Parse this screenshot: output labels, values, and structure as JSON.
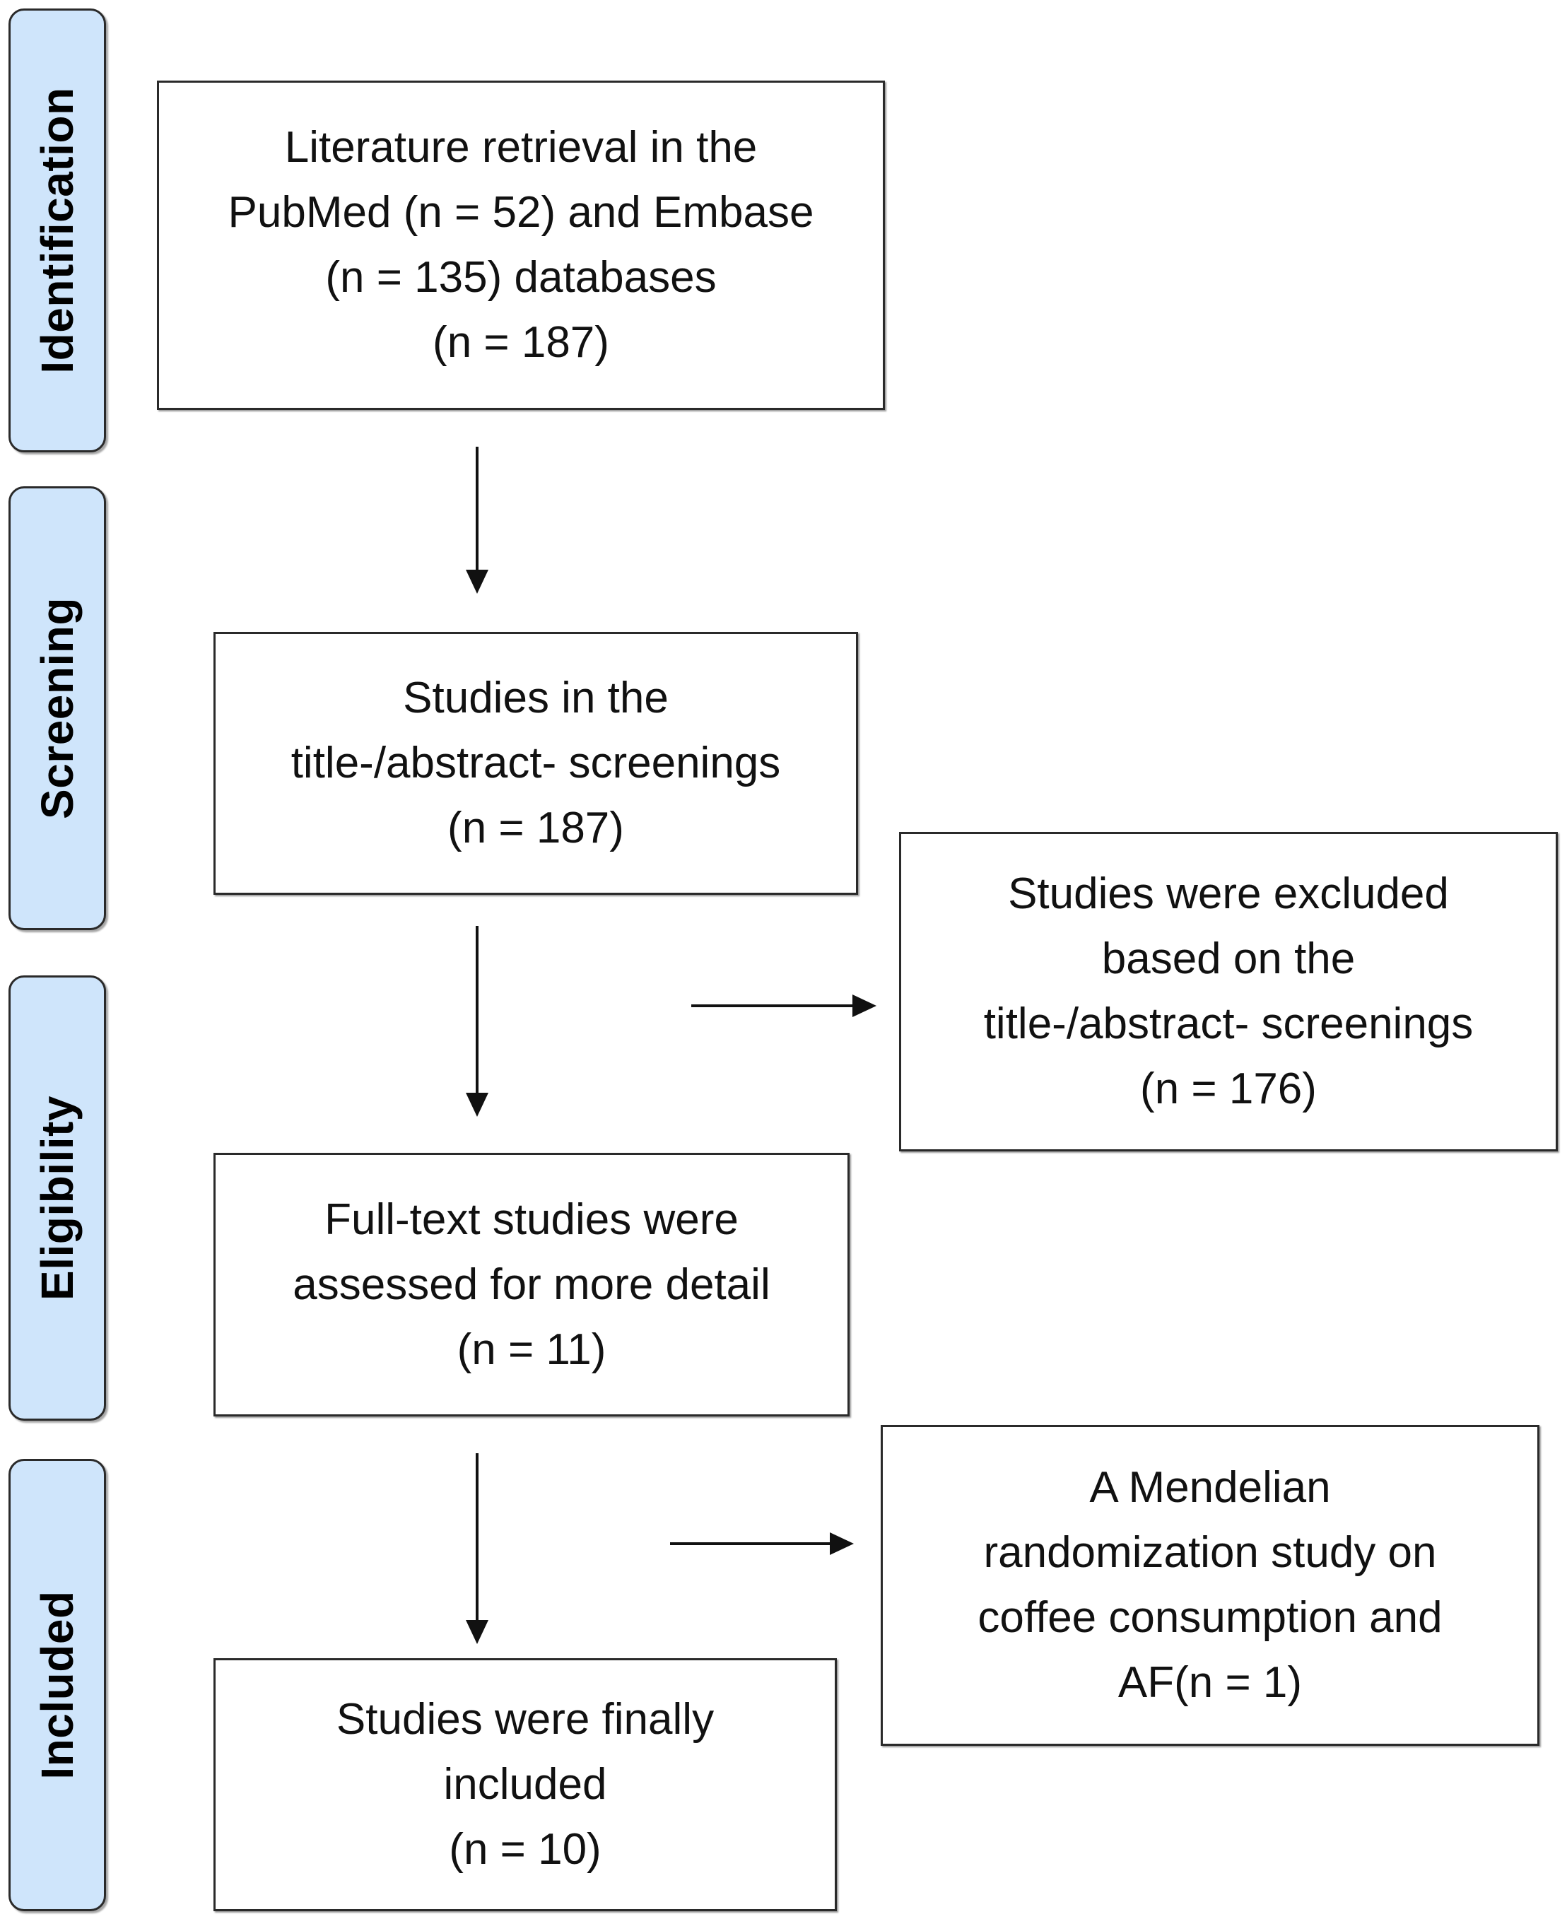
{
  "stages": {
    "identification": "Identification",
    "screening": "Screening",
    "eligibility": "Eligibility",
    "included": "Included"
  },
  "boxes": {
    "retrieval": [
      "Literature retrieval in the",
      "PubMed (n = 52) and Embase",
      "(n = 135) databases",
      "(n = 187)"
    ],
    "screening": [
      "Studies in the",
      "title-/abstract- screenings",
      "(n = 187)"
    ],
    "excluded": [
      "Studies were excluded",
      "based on the",
      "title-/abstract- screenings",
      "(n = 176)"
    ],
    "fulltext": [
      "Full-text studies were",
      "assessed for more detail",
      "(n = 11)"
    ],
    "mendelian": [
      "A Mendelian",
      "randomization study on",
      "coffee consumption and",
      "AF(n = 1)"
    ],
    "included": [
      "Studies were finally",
      "included",
      "(n = 10)"
    ]
  },
  "colors": {
    "stage_fill": "#cfe5fb",
    "border": "#2a2a2a",
    "arrow": "#111111"
  }
}
